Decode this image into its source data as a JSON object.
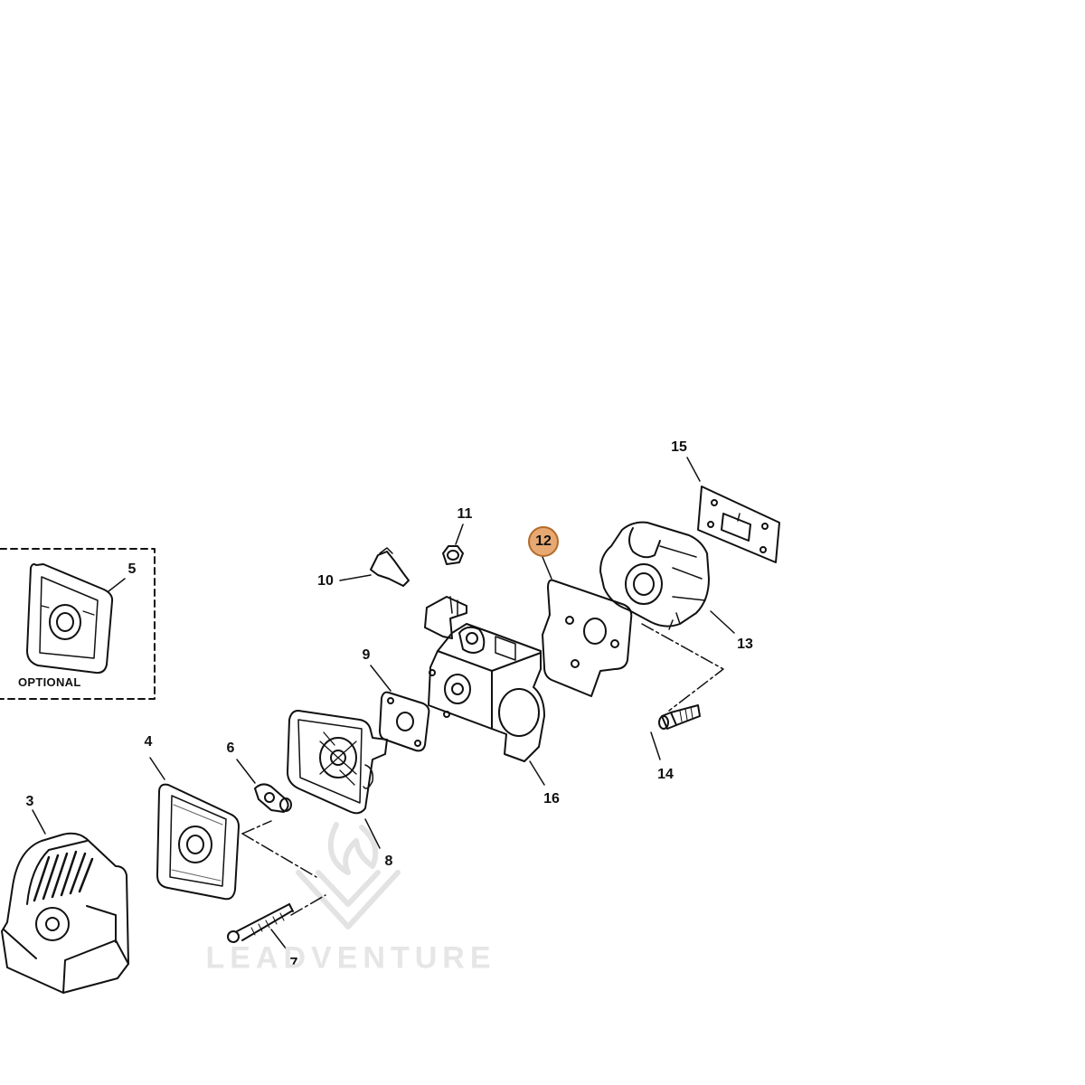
{
  "diagram": {
    "optional_label": "OPTIONAL",
    "watermark": "LEADVENTURE",
    "colors": {
      "line": "#111111",
      "highlight_fill": "#e8a872",
      "highlight_stroke": "#b36b2a",
      "watermark": "#e6e6e6"
    },
    "callouts": [
      {
        "id": "3",
        "label": "3"
      },
      {
        "id": "4",
        "label": "4"
      },
      {
        "id": "5",
        "label": "5"
      },
      {
        "id": "6",
        "label": "6"
      },
      {
        "id": "7",
        "label": "7"
      },
      {
        "id": "8",
        "label": "8"
      },
      {
        "id": "9",
        "label": "9"
      },
      {
        "id": "10",
        "label": "10"
      },
      {
        "id": "11",
        "label": "11"
      },
      {
        "id": "12",
        "label": "12",
        "highlighted": true
      },
      {
        "id": "13",
        "label": "13"
      },
      {
        "id": "14",
        "label": "14"
      },
      {
        "id": "15",
        "label": "15"
      },
      {
        "id": "16",
        "label": "16"
      }
    ]
  }
}
